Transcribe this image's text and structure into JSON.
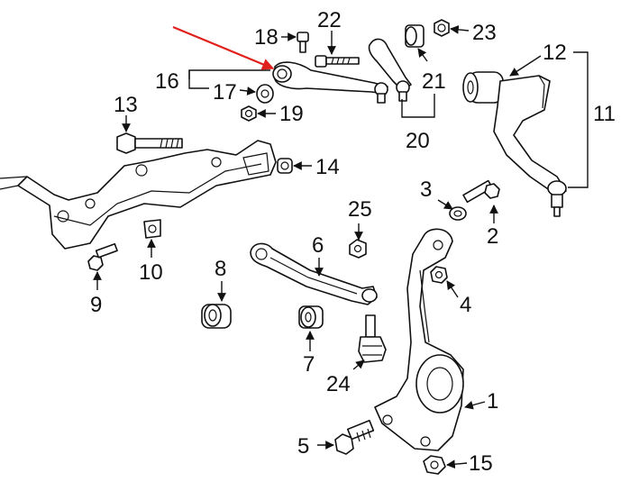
{
  "callouts": {
    "c1": "1",
    "c2": "2",
    "c3": "3",
    "c4": "4",
    "c5": "5",
    "c6": "6",
    "c7": "7",
    "c8": "8",
    "c9": "9",
    "c10": "10",
    "c11": "11",
    "c12": "12",
    "c13": "13",
    "c14": "14",
    "c15": "15",
    "c16": "16",
    "c17": "17",
    "c18": "18",
    "c19": "19",
    "c20": "20",
    "c21": "21",
    "c22": "22",
    "c23": "23",
    "c24": "24",
    "c25": "25"
  },
  "colors": {
    "line": "#111111",
    "highlight_arrow": "#e0201c",
    "background": "#ffffff"
  }
}
